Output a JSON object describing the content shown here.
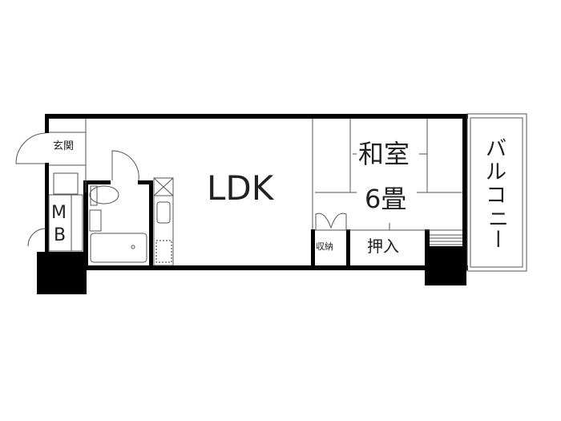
{
  "rooms": {
    "genkan": "玄関",
    "mb_top": "M",
    "mb_bottom": "B",
    "ldk": "LDK",
    "washitsu": "和室",
    "washitsu_size": "6畳",
    "shuno": "収納",
    "oshiire": "押入",
    "balcony": [
      "バ",
      "ル",
      "コ",
      "ニ",
      "ー"
    ]
  },
  "colors": {
    "wall": "#000000",
    "line": "#444444",
    "background": "#ffffff"
  }
}
